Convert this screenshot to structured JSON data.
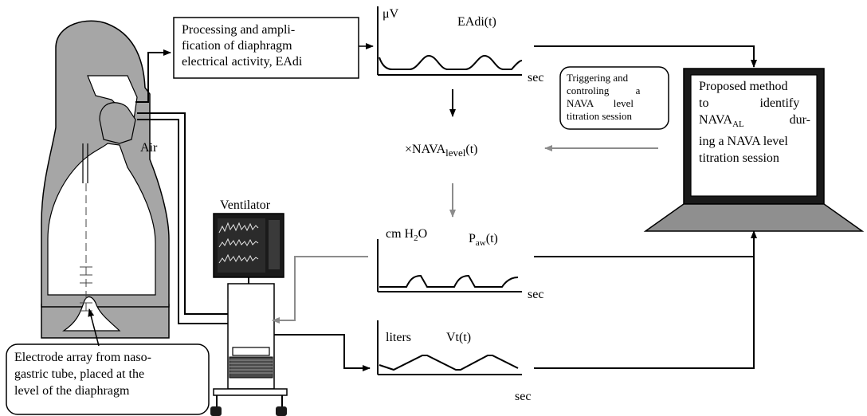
{
  "processing_box": {
    "lines": [
      "Processing and ampli-",
      "fication of diaphragm",
      "electrical activity, EAdi"
    ]
  },
  "trigger_box": {
    "lines": [
      "Triggering and",
      "controling a",
      "NAVA level",
      "titration session"
    ]
  },
  "method_box": {
    "lines": [
      "Proposed method",
      "to identify",
      "NAVA",
      "AL",
      "dur-",
      "ing a NAVA level",
      "titration session"
    ]
  },
  "electrode_box": {
    "lines": [
      "Electrode array from naso-",
      "gastric tube, placed at the",
      "level of the diaphragm"
    ]
  },
  "labels": {
    "air": "Air",
    "ventilator": "Ventilator",
    "eadi_unit": "μV",
    "eadi_signal": "EAdi(t)",
    "paw_unit": "cm H",
    "paw_unit_sub": "2",
    "paw_unit_tail": "O",
    "paw_signal": "P",
    "paw_signal_sub": "aw",
    "paw_signal_tail": "(t)",
    "vt_unit": "liters",
    "vt_signal": "Vt(t)",
    "sec": "sec",
    "nava_level_prefix": "×NAVA",
    "nava_level_sub": "level",
    "nava_level_suffix": "(t)"
  },
  "colors": {
    "body_gray": "#a6a6a6",
    "arrow_gray": "#8c8c8c",
    "laptop_gray": "#8f8f8f",
    "screen_dark": "#1a1a1a"
  }
}
